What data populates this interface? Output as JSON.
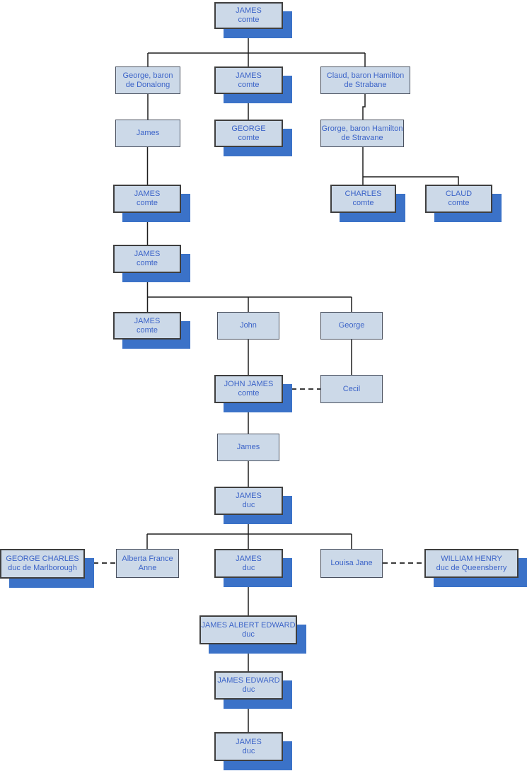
{
  "diagram": {
    "type": "family-tree-org-chart",
    "background_color": "#ffffff",
    "node_fill_color": "#ccd9e8",
    "node_text_color": "#3c64c8",
    "shadow_color": "#3b72c8",
    "major_border_color": "#3f3f3f",
    "minor_border_color": "#49505e",
    "connector_color": "#1e1e1e"
  },
  "nodes": [
    {
      "line1": "JAMES",
      "line2": "comte"
    },
    {
      "line1": "George, baron",
      "line2": "de Donalong"
    },
    {
      "line1": "JAMES",
      "line2": "comte"
    },
    {
      "line1": "Claud, baron Hamilton",
      "line2": "de Strabane"
    },
    {
      "line1": "James",
      "line2": ""
    },
    {
      "line1": "GEORGE",
      "line2": "comte"
    },
    {
      "line1": "Grorge, baron Hamilton",
      "line2": "de Stravane"
    },
    {
      "line1": "JAMES",
      "line2": "comte"
    },
    {
      "line1": "CHARLES",
      "line2": "comte"
    },
    {
      "line1": "CLAUD",
      "line2": "comte"
    },
    {
      "line1": "JAMES",
      "line2": "comte"
    },
    {
      "line1": "JAMES",
      "line2": "comte"
    },
    {
      "line1": "John",
      "line2": ""
    },
    {
      "line1": "George",
      "line2": ""
    },
    {
      "line1": "JOHN JAMES",
      "line2": "comte"
    },
    {
      "line1": "Cecil",
      "line2": ""
    },
    {
      "line1": "James",
      "line2": ""
    },
    {
      "line1": "JAMES",
      "line2": "duc"
    },
    {
      "line1": "GEORGE CHARLES",
      "line2": "duc de Marlborough"
    },
    {
      "line1": "Alberta France",
      "line2": "Anne"
    },
    {
      "line1": "JAMES",
      "line2": "duc"
    },
    {
      "line1": "Louisa Jane",
      "line2": ""
    },
    {
      "line1": "WILLIAM HENRY",
      "line2": "duc de Queensberry"
    },
    {
      "line1": "JAMES ALBERT EDWARD",
      "line2": "duc"
    },
    {
      "line1": "JAMES EDWARD",
      "line2": "duc"
    },
    {
      "line1": "JAMES",
      "line2": "duc"
    }
  ]
}
